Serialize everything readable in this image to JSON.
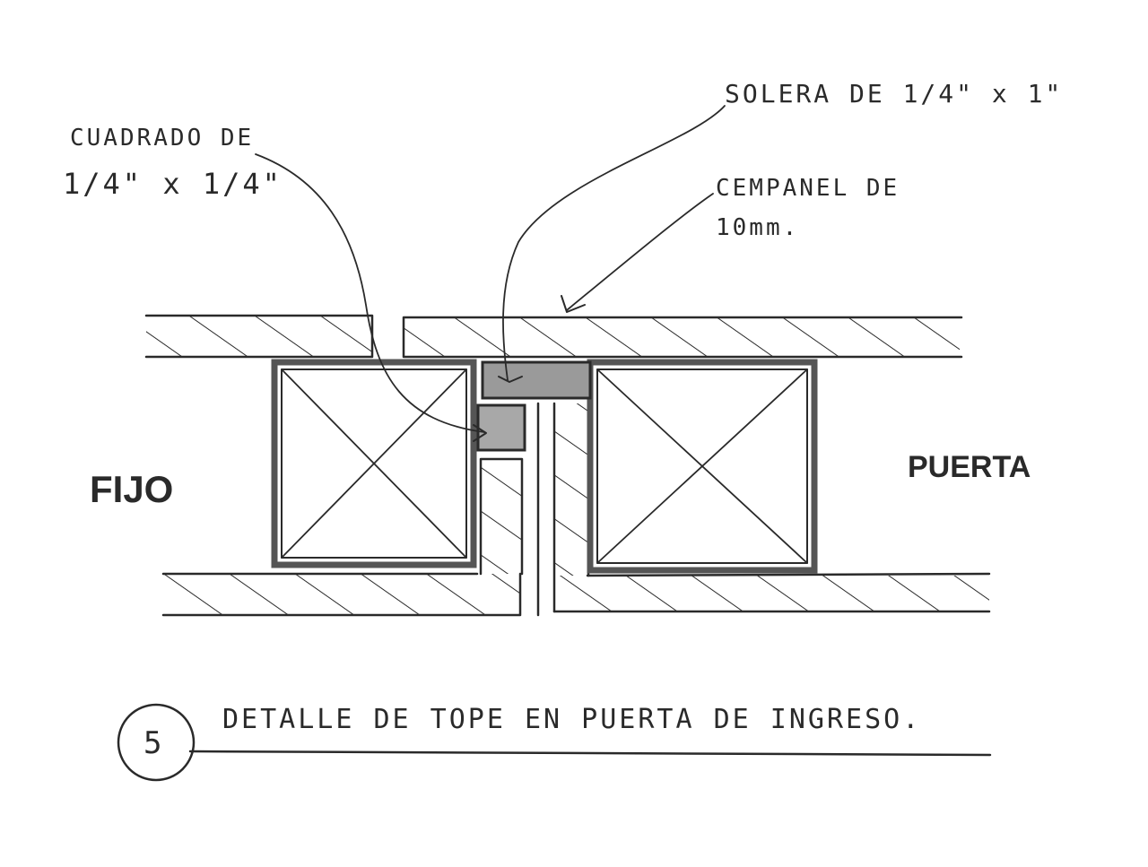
{
  "labels": {
    "cuadrado_line1": "CUADRADO DE",
    "cuadrado_line2": "1/4\" x 1/4\"",
    "solera": "SOLERA DE 1/4\" x 1\"",
    "cempanel_line1": "CEMPANEL DE",
    "cempanel_line2": "10mm.",
    "fijo": "FIJO",
    "puerta": "PUERTA"
  },
  "caption": {
    "number": "5",
    "title": "DETALLE DE TOPE EN PUERTA DE INGRESO."
  },
  "colors": {
    "ink": "#2a2a2a",
    "steel_fill": "#9a9a9a",
    "paper": "#ffffff"
  }
}
